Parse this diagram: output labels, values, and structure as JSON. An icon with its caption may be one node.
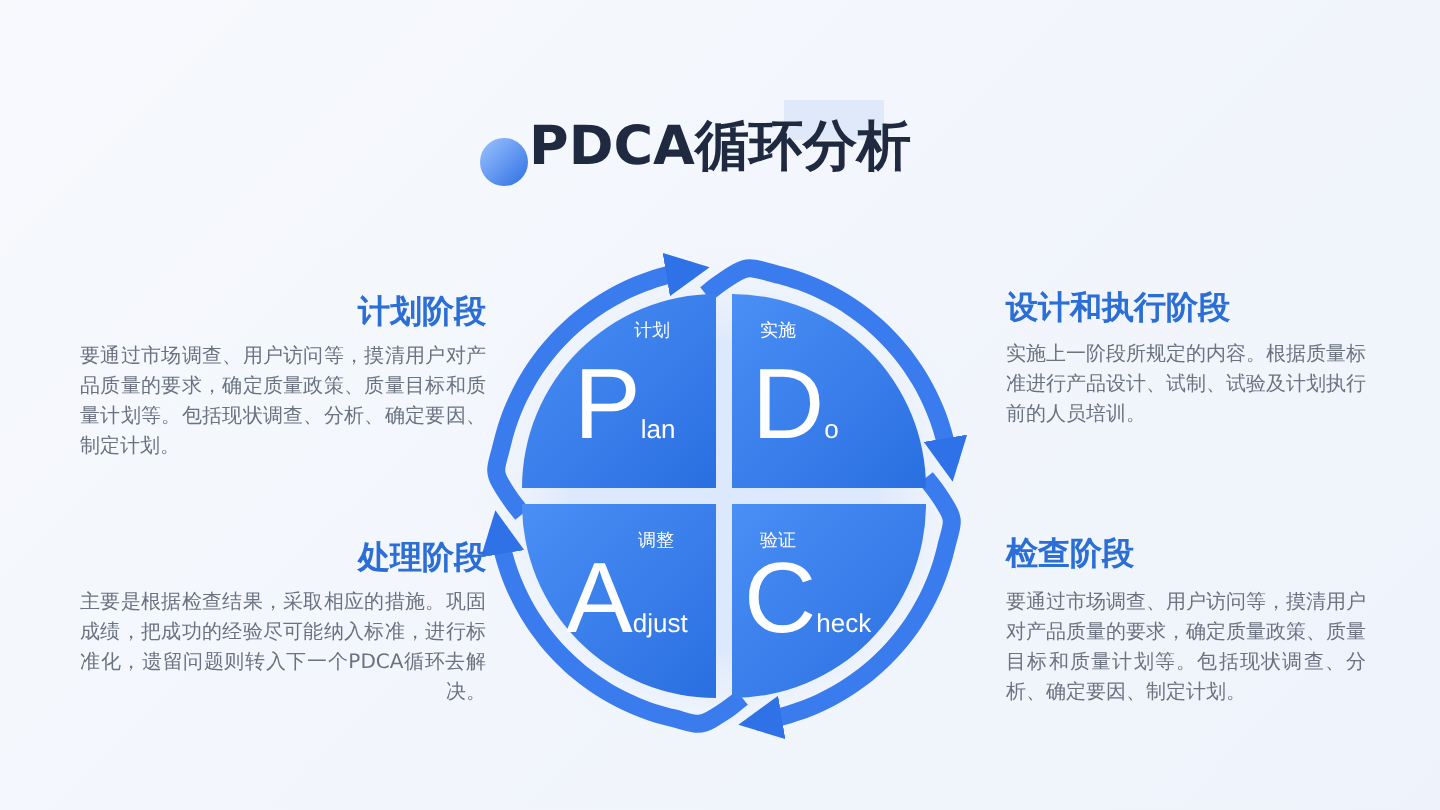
{
  "diagram": {
    "title": "PDCA循环分析",
    "nodes": [
      {
        "text": [
          "计划",
          "P",
          "lan"
        ]
      },
      {
        "text": [
          "实施",
          "D",
          "o"
        ]
      },
      {
        "text": [
          "调整",
          "A",
          "djust"
        ]
      },
      {
        "text": [
          "验证",
          "C",
          "heck"
        ]
      }
    ],
    "edges": [
      {
        "from": 0,
        "to": 1,
        "arrow": "to"
      },
      {
        "from": 1,
        "to": 3,
        "arrow": "to"
      },
      {
        "from": 3,
        "to": 2,
        "arrow": "to"
      },
      {
        "from": 2,
        "to": 0,
        "arrow": "to"
      }
    ],
    "labels": [
      "计划阶段",
      "要通过市场调查、用户访问等，摸清用户对产品质量的要求，确定质量政策、质量目标和质量计划等。包括现状调查、分析、确定要因、制定计划。",
      "设计和执行阶段",
      "实施上一阶段所规定的内容。根据质量标准进行产品设计、试制、试验及计划执行前的人员培训。",
      "处理阶段",
      "主要是根据检查结果，采取相应的措施。巩固成绩，把成功的经验尽可能纳入标准，进行标准化，遗留问题则转入下一个PDCA循环去解决。",
      "检查阶段",
      "要通过市场调查、用户访问等，摸清用户对产品质量的要求，确定质量政策、质量目标和质量计划等。包括现状调查、分析、确定要因、制定计划。"
    ]
  }
}
